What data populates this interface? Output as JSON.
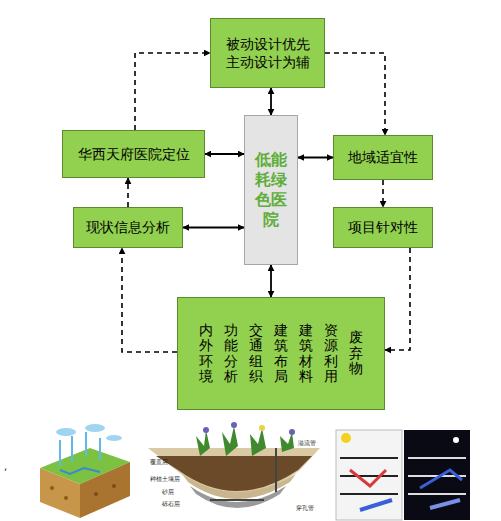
{
  "diagram": {
    "nodes": [
      {
        "text": [
          "被动设计优先 主动设计为辅"
        ]
      },
      {
        "text": [
          "华西天府医院定位"
        ]
      },
      {
        "text": [
          "低能耗绿色医院"
        ]
      },
      {
        "text": [
          "地域适宜性"
        ]
      },
      {
        "text": [
          "现状信息分析"
        ]
      },
      {
        "text": [
          "项目针对性"
        ]
      },
      {
        "text": [
          "内外环境",
          "功能分析",
          "交通组织",
          "建筑布局",
          "建筑材料",
          "资源利用",
          "废弃物"
        ]
      }
    ],
    "edges": [
      {
        "from": 1,
        "to": 0,
        "arrow": "to"
      },
      {
        "from": 0,
        "to": 3,
        "arrow": "to"
      },
      {
        "from": 3,
        "to": 5,
        "arrow": "to"
      },
      {
        "from": 5,
        "to": 6,
        "arrow": "to"
      },
      {
        "from": 6,
        "to": 4,
        "arrow": "to"
      },
      {
        "from": 4,
        "to": 1,
        "arrow": "to"
      },
      {
        "from": 0,
        "to": 2,
        "arrow": "both"
      },
      {
        "from": 1,
        "to": 2,
        "arrow": "both"
      },
      {
        "from": 2,
        "to": 3,
        "arrow": "both"
      },
      {
        "from": 4,
        "to": 2,
        "arrow": "both"
      },
      {
        "from": 2,
        "to": 6,
        "arrow": "both"
      }
    ],
    "labels": [
      ",",
      "覆盖层",
      "种植土壤层",
      "砂层",
      "砾石层",
      "溢流管",
      "穿孔管"
    ]
  }
}
